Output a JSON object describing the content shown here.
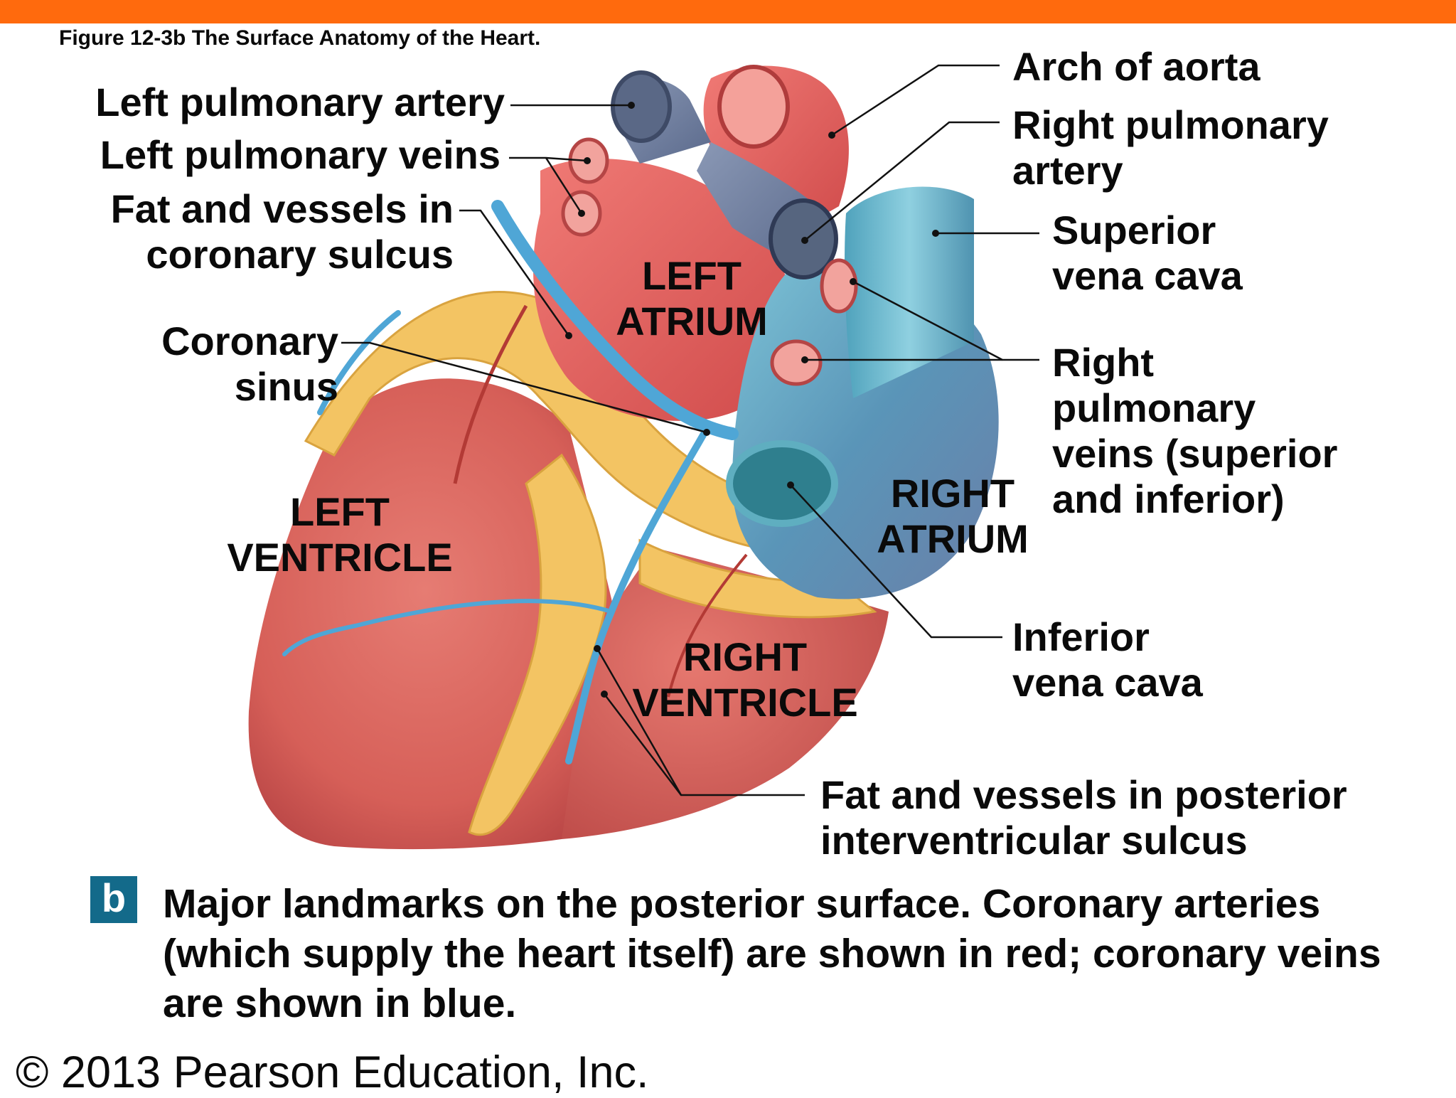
{
  "figure_title": "Figure 12-3b  The Surface Anatomy of the Heart.",
  "labels": {
    "left_pulmonary_artery": "Left pulmonary artery",
    "left_pulmonary_veins": "Left pulmonary veins",
    "fat_coronary_sulcus": [
      "Fat and vessels in",
      "coronary sulcus"
    ],
    "coronary_sinus": [
      "Coronary",
      "sinus"
    ],
    "arch_of_aorta": "Arch of aorta",
    "right_pulmonary_artery": [
      "Right pulmonary",
      "artery"
    ],
    "superior_vena_cava": [
      "Superior",
      "vena cava"
    ],
    "right_pulmonary_veins": [
      "Right",
      "pulmonary",
      "veins (superior",
      "and inferior)"
    ],
    "inferior_vena_cava": [
      "Inferior",
      "vena cava"
    ],
    "fat_posterior_sulcus": [
      "Fat and vessels in posterior",
      "interventricular sulcus"
    ]
  },
  "regions": {
    "left_atrium": [
      "LEFT",
      "ATRIUM"
    ],
    "left_ventricle": [
      "LEFT",
      "VENTRICLE"
    ],
    "right_atrium": [
      "RIGHT",
      "ATRIUM"
    ],
    "right_ventricle": [
      "RIGHT",
      "VENTRICLE"
    ]
  },
  "panel_letter": "b",
  "caption": "Major landmarks on the posterior surface. Coronary arteries (which supply the heart itself) are shown in red; coronary veins are shown in blue.",
  "copyright": "© 2013 Pearson Education, Inc.",
  "colors": {
    "top_bar": "#ff6a0d",
    "ventricle_muscle": "#d9605c",
    "fat": "#f3c463",
    "vein_blue": "#4fa6d6",
    "pulmonary_artery": "#6f7f9c",
    "aorta": "#e15a5a",
    "vena_cava": "#5fa9bf",
    "badge": "#136a8a"
  }
}
